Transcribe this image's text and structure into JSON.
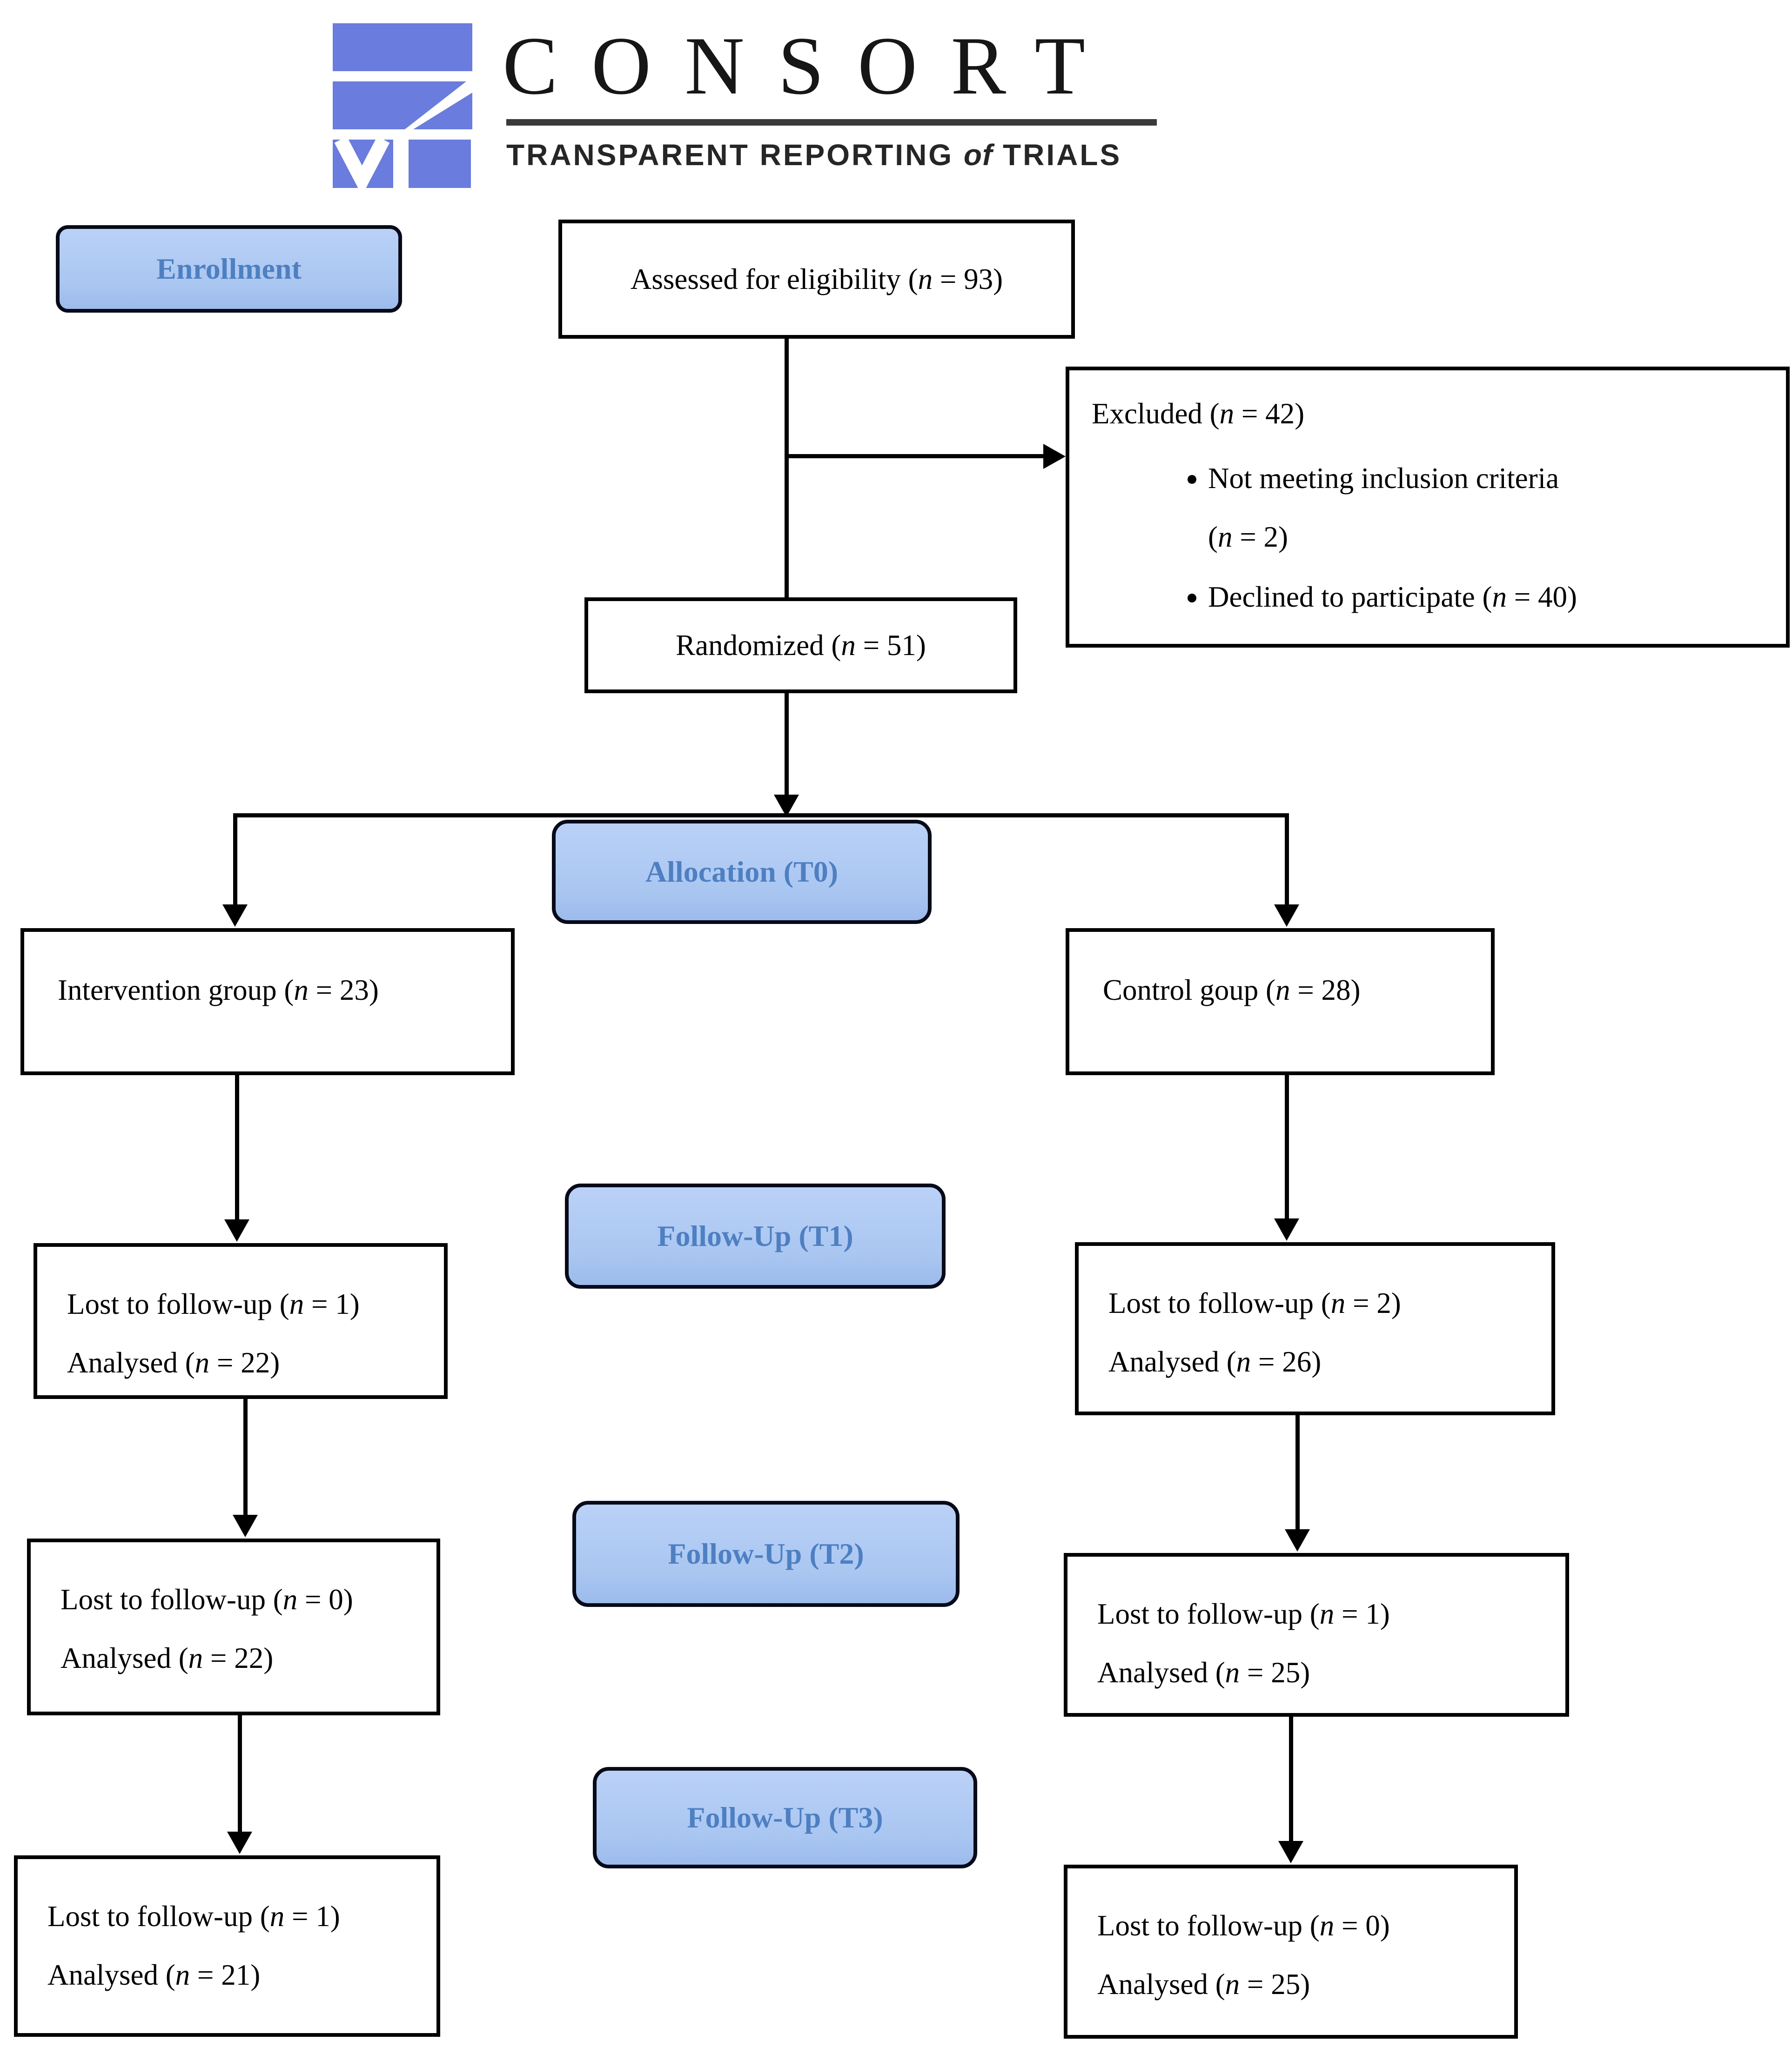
{
  "logo": {
    "title": "CONSORT",
    "subtitle_pre": "TRANSPARENT REPORTING",
    "subtitle_mid": "of",
    "subtitle_post": "TRIALS"
  },
  "stage_labels": {
    "enrollment": "Enrollment",
    "allocation": "Allocation (T0)",
    "followup_t1": "Follow-Up (T1)",
    "followup_t2": "Follow-Up (T2)",
    "followup_t3": "Follow-Up (T3)"
  },
  "flow_boxes": {
    "assessed": "Assessed for eligibility (n = 93)",
    "excluded": {
      "title": "Excluded (n = 42)",
      "bullets": [
        {
          "line1": "Not meeting inclusion criteria",
          "line2": "(n = 2)"
        },
        {
          "line1": "Declined to participate (n = 40)",
          "line2": ""
        }
      ]
    },
    "randomized": "Randomized (n = 51)",
    "intervention": "Intervention group (n = 23)",
    "control": "Control goup (n = 28)",
    "t1_left": {
      "line1": "Lost to follow-up (n = 1)",
      "line2": "Analysed (n = 22)"
    },
    "t1_right": {
      "line1": "Lost to follow-up (n = 2)",
      "line2": "Analysed (n = 26)"
    },
    "t2_left": {
      "line1": "Lost to follow-up (n = 0)",
      "line2": "Analysed (n = 22)"
    },
    "t2_right": {
      "line1": "Lost to follow-up (n = 1)",
      "line2": "Analysed (n = 25)"
    },
    "t3_left": {
      "line1": "Lost to follow-up (n = 1)",
      "line2": "Analysed (n = 21)"
    },
    "t3_right": {
      "line1": "Lost to follow-up (n = 0)",
      "line2": "Analysed (n = 25)"
    }
  },
  "colors": {
    "stage_fill_top": "#bad1f7",
    "stage_fill_bottom": "#9cbbec",
    "stage_text": "#4e7fc1",
    "logo_blue": "#6a7cdd",
    "connector": "#000000"
  }
}
